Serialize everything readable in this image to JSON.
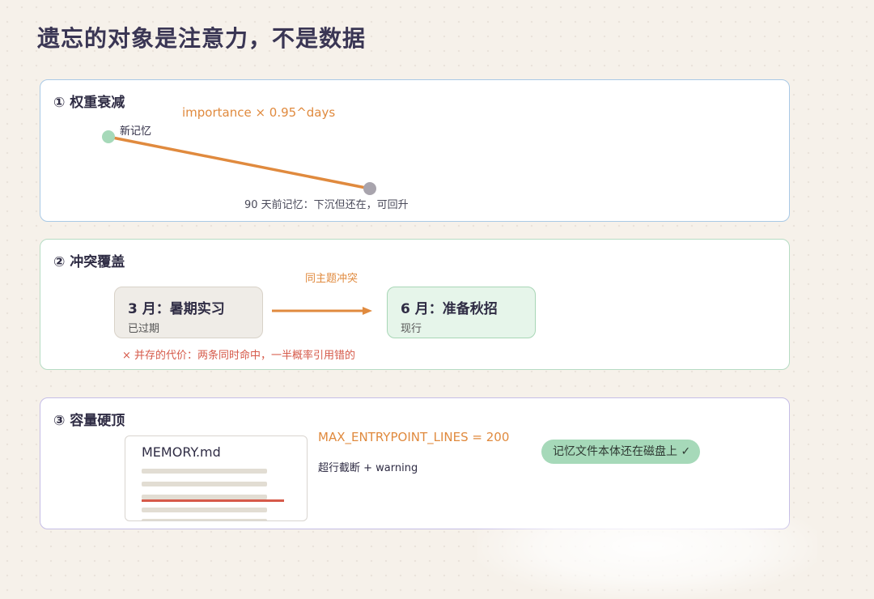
{
  "title": "遗忘的对象是注意力，不是数据",
  "colors": {
    "orange": "#e08a3e",
    "green": "#a6d9b9",
    "red": "#d65a4a",
    "blue_border": "#a9c9e6",
    "purple_border": "#c5bde6"
  },
  "panel1": {
    "title": "① 权重衰减",
    "formula": "importance × 0.95^days",
    "new_label": "新记忆",
    "old_label": "90 天前记忆：下沉但还在，可回升"
  },
  "panel2": {
    "title": "② 冲突覆盖",
    "old_card": {
      "title": "3 月：暑期实习",
      "status": "已过期"
    },
    "new_card": {
      "title": "6 月：准备秋招",
      "status": "现行"
    },
    "conflict_label": "同主题冲突",
    "cost_label": "× 并存的代价：两条同时命中，一半概率引用错的"
  },
  "panel3": {
    "title": "③ 容量硬顶",
    "file_name": "MEMORY.md",
    "limit": "MAX_ENTRYPOINT_LINES = 200",
    "truncate": "超行截断 + warning",
    "badge": "记忆文件本体还在磁盘上 ✓"
  }
}
